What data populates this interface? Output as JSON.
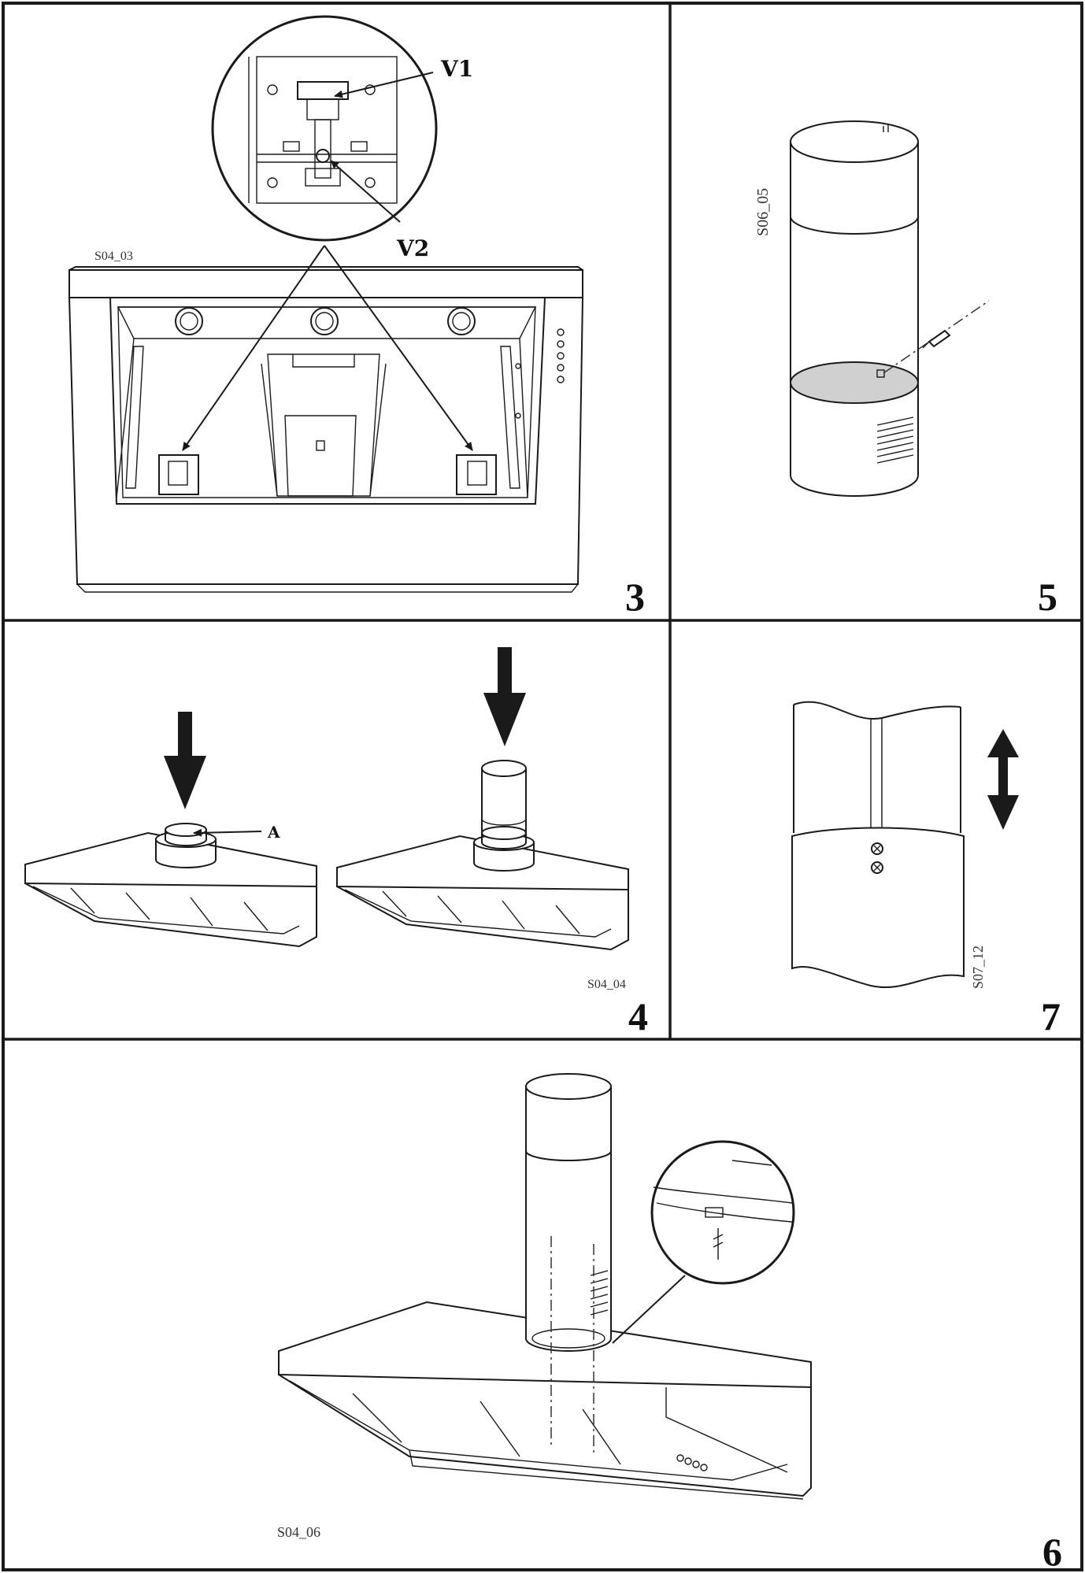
{
  "panels": {
    "p3": {
      "number": "3",
      "code": "S04_03",
      "callouts": {
        "v1": "V1",
        "v2": "V2"
      }
    },
    "p5": {
      "number": "5",
      "code": "S06_05"
    },
    "p4": {
      "number": "4",
      "code": "S04_04",
      "callout_a": "A"
    },
    "p7": {
      "number": "7",
      "code": "S07_12"
    },
    "p6": {
      "number": "6",
      "code": "S04_06"
    }
  },
  "colors": {
    "line": "#1a1a1a",
    "fill_grey": "#d0d0d0",
    "background": "#ffffff"
  }
}
